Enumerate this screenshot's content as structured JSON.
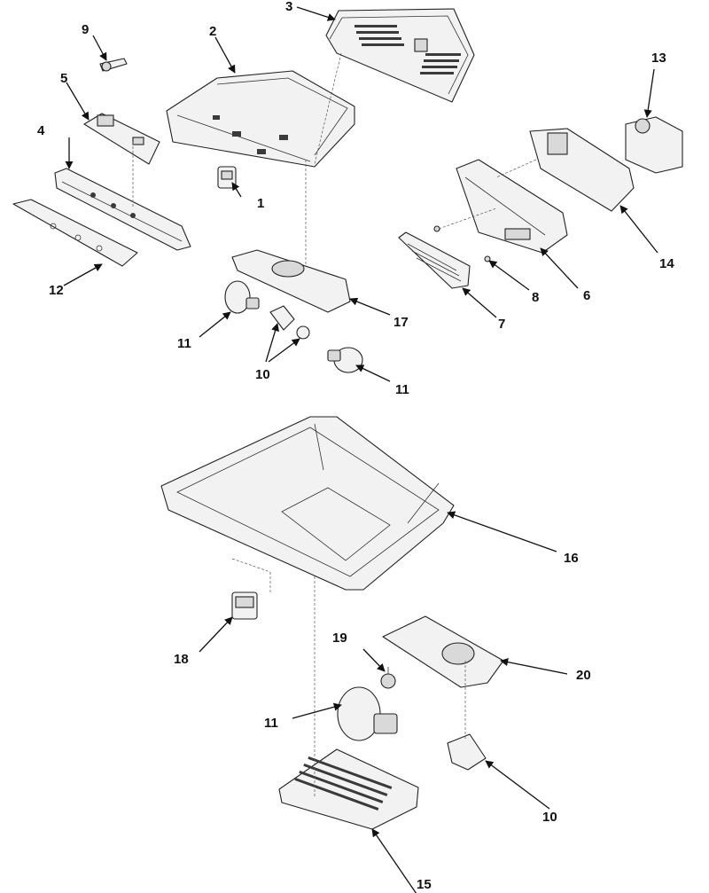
{
  "callouts": {
    "c1": "1",
    "c2": "2",
    "c3": "3",
    "c4": "4",
    "c5": "5",
    "c6": "6",
    "c7": "7",
    "c8": "8",
    "c9": "9",
    "c10a": "10",
    "c10b": "10",
    "c11a": "11",
    "c11b": "11",
    "c11c": "11",
    "c12": "12",
    "c13": "13",
    "c14": "14",
    "c15": "15",
    "c16": "16",
    "c17": "17",
    "c18": "18",
    "c19": "19",
    "c20": "20"
  }
}
